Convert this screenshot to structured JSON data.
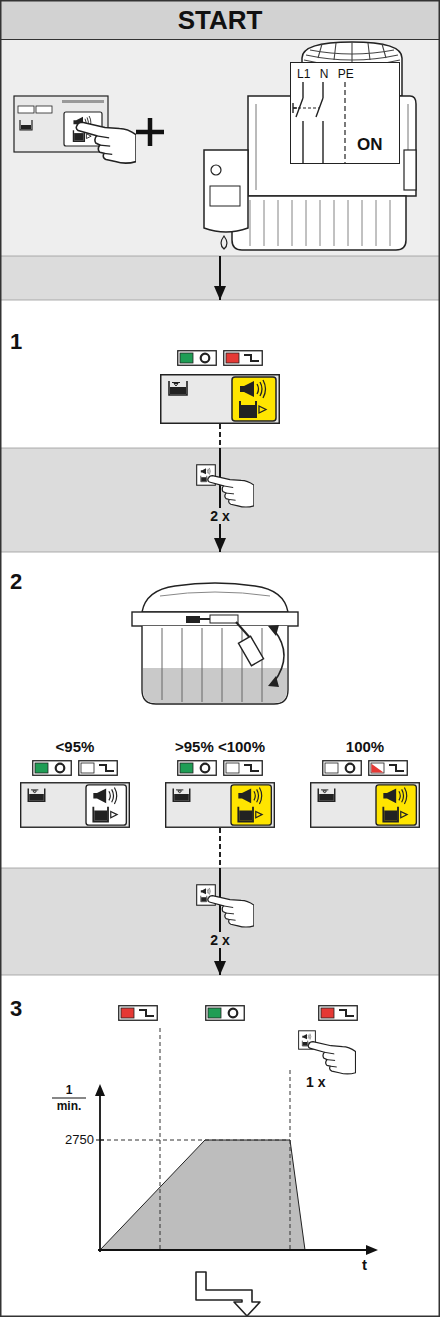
{
  "diagram": {
    "nodes": [
      {
        "text": [
          "START"
        ]
      },
      {
        "text": [
          "L1 N PE",
          "ON"
        ],
        "in": 0
      },
      {
        "text": [
          "1"
        ]
      },
      {
        "text": [
          "2"
        ]
      },
      {
        "text": [
          "3"
        ]
      }
    ],
    "edges": [
      {
        "from": 0,
        "to": 2,
        "arrow": "to"
      },
      {
        "from": 2,
        "to": 3,
        "label": "2 x",
        "arrow": "to"
      },
      {
        "from": 3,
        "to": 4,
        "label": "2 x",
        "arrow": "to"
      }
    ],
    "labels": [
      "<95%",
      ">95% <100%",
      "100%",
      "1 x",
      "1",
      "min.",
      "2750",
      "t"
    ]
  }
}
